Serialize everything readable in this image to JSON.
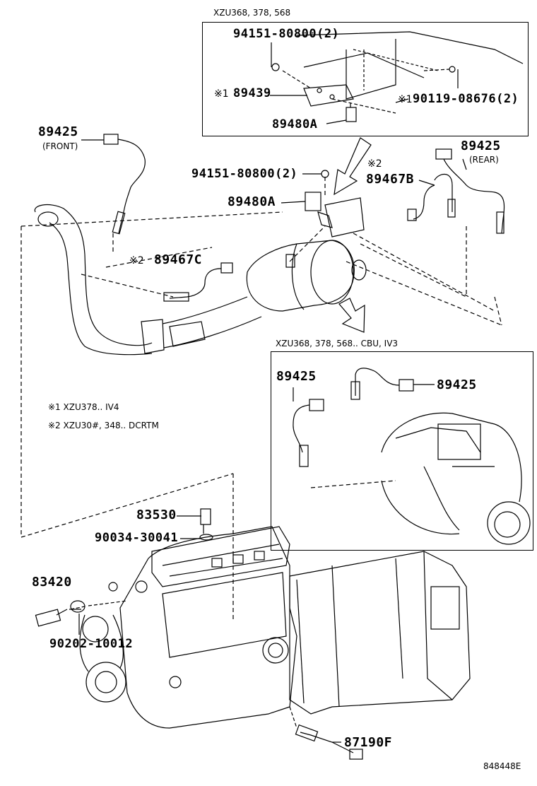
{
  "inset_top": {
    "title": "XZU368, 378, 568",
    "parts": {
      "nut": "94151-80800(2)",
      "bracket": "89439",
      "bracket_mark": "※1",
      "bolt": "90119-08676(2)",
      "bolt_mark": "※1",
      "vsv": "89480A"
    }
  },
  "main": {
    "sensor_front": "89425",
    "sensor_front_note": "(FRONT)",
    "sensor_rear": "89425",
    "sensor_rear_note": "(REAR)",
    "nut": "94151-80800(2)",
    "vsv": "89480A",
    "bracket_b": "89467B",
    "bracket_b_mark": "※2",
    "bracket_c": "89467C",
    "bracket_c_mark": "※2"
  },
  "notes": {
    "note1": "※1 XZU378.. IV4",
    "note2": "※2 XZU30#, 348.. DCRTM"
  },
  "inset_bottom": {
    "title": "XZU368, 378, 568.. CBU, IV3",
    "sensor_left": "89425",
    "sensor_right": "89425"
  },
  "engine": {
    "oil_switch": "83530",
    "gasket": "90034-30041",
    "temp_sensor": "83420",
    "gasket2": "90202-10012",
    "thermo_sensor": "87190F"
  },
  "figure_id": "848448E"
}
